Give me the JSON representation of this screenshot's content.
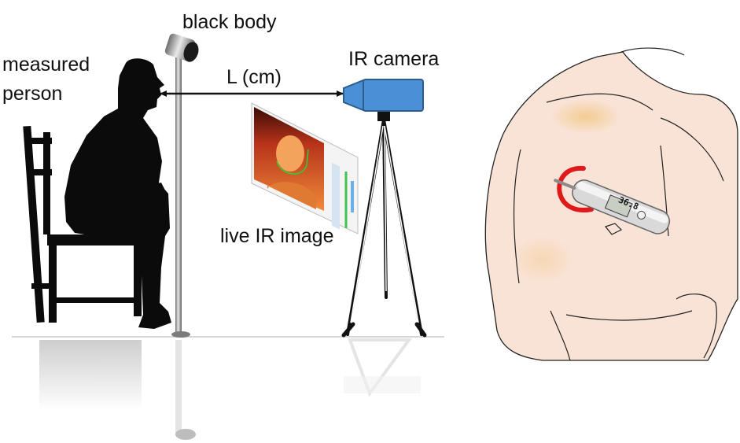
{
  "labels": {
    "black_body": "black body",
    "measured_person_line1": "measured",
    "measured_person_line2": "person",
    "distance": "L (cm)",
    "ir_camera": "IR camera",
    "live_ir_image": "live IR image",
    "thermometer_reading": "36.8"
  },
  "colors": {
    "silhouette": "#0b0b0b",
    "camera": "#4a90d6",
    "skin": "#f9e3d6",
    "thermal_warm": "#e8601c",
    "arc": "#e01a1a",
    "floor_line": "#c8c8c8"
  },
  "icons": [
    "black-body-emitter-icon",
    "ir-camera-icon",
    "tripod-icon",
    "chair-icon",
    "person-silhouette-icon",
    "thermometer-icon"
  ]
}
